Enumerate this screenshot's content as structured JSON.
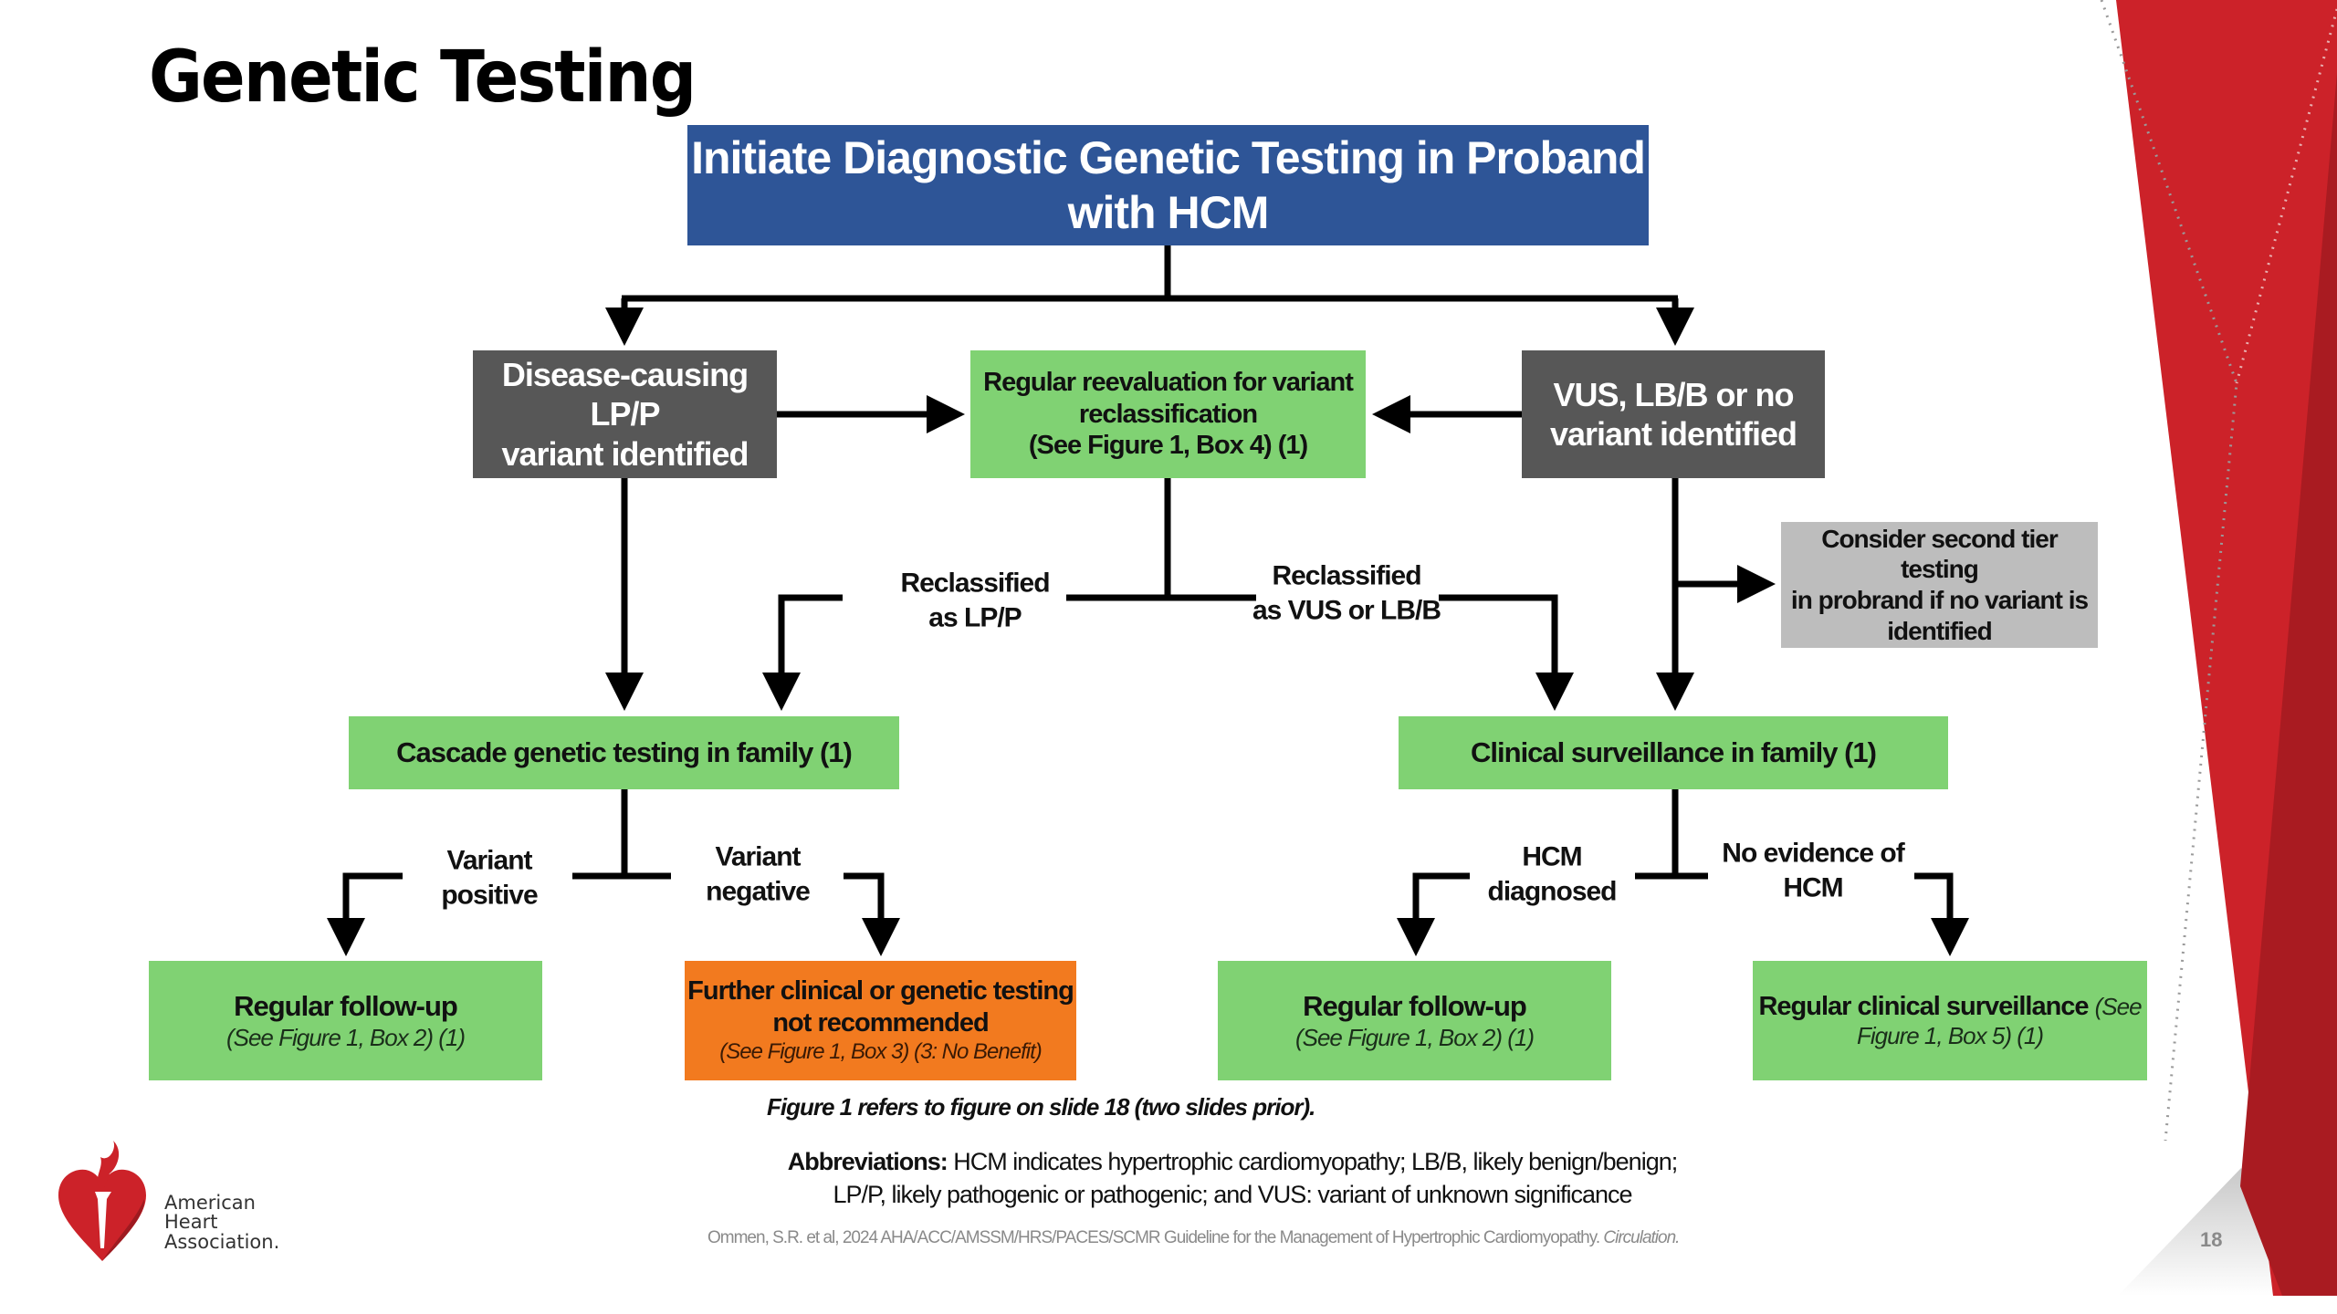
{
  "slide": {
    "title": "Genetic Testing",
    "page_number": "18"
  },
  "flowchart": {
    "start": "Initiate Diagnostic Genetic Testing in Proband with HCM",
    "disease_causing": [
      "Disease-causing LP/P",
      "variant identified"
    ],
    "reevaluation": [
      "Regular reevaluation for variant",
      "reclassification",
      "(See Figure 1, Box 4) (1)"
    ],
    "vus": [
      "VUS, LB/B or no",
      "variant identified"
    ],
    "second_tier": [
      "Consider second tier testing",
      "in probrand if no variant is",
      "identified"
    ],
    "reclassified_lpp": [
      "Reclassified",
      "as LP/P"
    ],
    "reclassified_vus": [
      "Reclassified",
      "as VUS or LB/B"
    ],
    "cascade": "Cascade genetic testing in family (1)",
    "clinical_surveillance": "Clinical surveillance in family (1)",
    "variant_positive": [
      "Variant",
      "positive"
    ],
    "variant_negative": [
      "Variant",
      "negative"
    ],
    "hcm_diagnosed": [
      "HCM",
      "diagnosed"
    ],
    "no_evidence": [
      "No evidence of",
      "HCM"
    ],
    "followup_left": {
      "main": "Regular follow-up",
      "sub": "(See Figure 1, Box 2) (1)"
    },
    "not_recommended": {
      "main1": "Further clinical or genetic testing",
      "main2": "not recommended",
      "sub": "(See Figure 1, Box 3) (3: No Benefit)"
    },
    "followup_right": {
      "main": "Regular follow-up",
      "sub": "(See Figure 1, Box 2) (1)"
    },
    "regular_surveillance": {
      "main": "Regular clinical surveillance",
      "sub1": "(See",
      "sub2": "Figure 1, Box 5) (1)"
    }
  },
  "footnotes": {
    "figure_ref": "Figure 1 refers to figure on slide 18 (two slides prior).",
    "abbrev_label": "Abbreviations:",
    "abbrev_line1": " HCM indicates hypertrophic cardiomyopathy; LB/B, likely benign/benign;",
    "abbrev_line2": "LP/P, likely pathogenic or pathogenic; and VUS: variant of unknown significance",
    "citation": "Ommen, S.R. et al, 2024 AHA/ACC/AMSSM/HRS/PACES/SCMR Guideline for the Management of Hypertrophic Cardiomyopathy.",
    "citation_journal": "Circulation."
  },
  "logo": {
    "line1": "American",
    "line2": "Heart",
    "line3": "Association."
  },
  "colors": {
    "blue": "#2e5597",
    "dark_grey": "#575757",
    "green": "#80d273",
    "light_grey": "#bdbdbd",
    "orange": "#f27a1f",
    "aha_red": "#cc2229"
  }
}
